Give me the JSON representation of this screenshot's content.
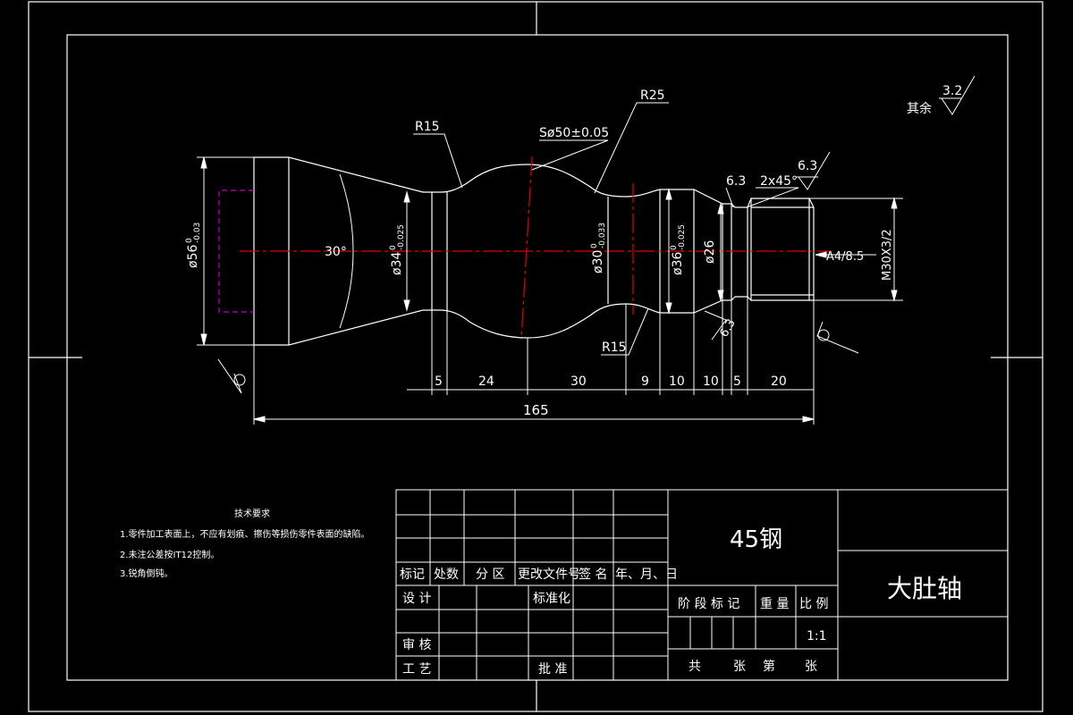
{
  "drawing": {
    "roughness": {
      "other_label": "其余",
      "default_value": "3.2",
      "values": [
        "6.3",
        "6.3"
      ]
    },
    "radius_labels": [
      "R15",
      "R25",
      "R15"
    ],
    "sphere_label": "Sø50±0.05",
    "chamfer_label": "2x45°",
    "taper_angle": "30°",
    "diameters": {
      "d56": {
        "main": "ø56",
        "upper": "0",
        "lower": "-0.03"
      },
      "d34": {
        "main": "ø34",
        "upper": "0",
        "lower": "-0.025"
      },
      "d30": {
        "main": "ø30",
        "upper": "0",
        "lower": "-0.033"
      },
      "d36": {
        "main": "ø36",
        "upper": "0",
        "lower": "-0.025"
      },
      "d26": "ø26"
    },
    "thread": "M30X3/2",
    "center_hole": "A4/8.5",
    "lengths": [
      "5",
      "24",
      "30",
      "9",
      "10",
      "10",
      "5",
      "20"
    ],
    "total_length": "165"
  },
  "notes": {
    "title": "技术要求",
    "items": [
      "1.零件加工表面上，不应有划痕、擦伤等损伤零件表面的缺陷。",
      "2.未注公差按IT12控制。",
      "3.锐角倒钝。"
    ]
  },
  "title_block": {
    "material": "45钢",
    "part_name": "大肚轴",
    "headers": [
      "标记",
      "处数",
      "分 区",
      "更改文件号",
      "签 名",
      "年、月、日"
    ],
    "design": "设 计",
    "standardization": "标准化",
    "review": "审 核",
    "process": "工 艺",
    "approve": "批 准",
    "stage_mark": "阶 段 标 记",
    "weight": "重 量",
    "scale_label": "比 例",
    "scale_value": "1:1",
    "total": "共",
    "sheets": "张",
    "sheet_no": "第",
    "sheet_unit": "张"
  }
}
